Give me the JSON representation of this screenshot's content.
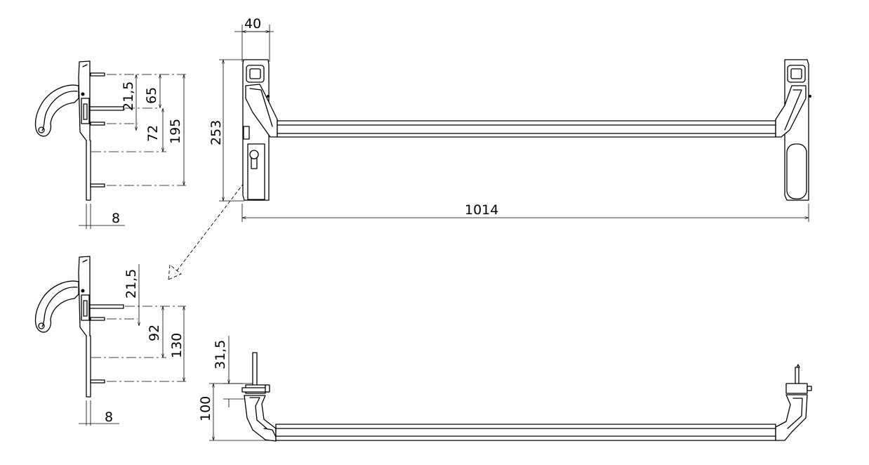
{
  "dimensions": {
    "front_width": "40",
    "front_height": "253",
    "bar_length": "1014",
    "side1_latch_offset": "21,5",
    "side1_mid": "65",
    "side1_lower": "72",
    "side1_total": "195",
    "side1_plate": "8",
    "side2_latch_offset": "21,5",
    "side2_lower": "92",
    "side2_total": "130",
    "side2_plate": "8",
    "top_rod": "31,5",
    "top_height": "100"
  }
}
